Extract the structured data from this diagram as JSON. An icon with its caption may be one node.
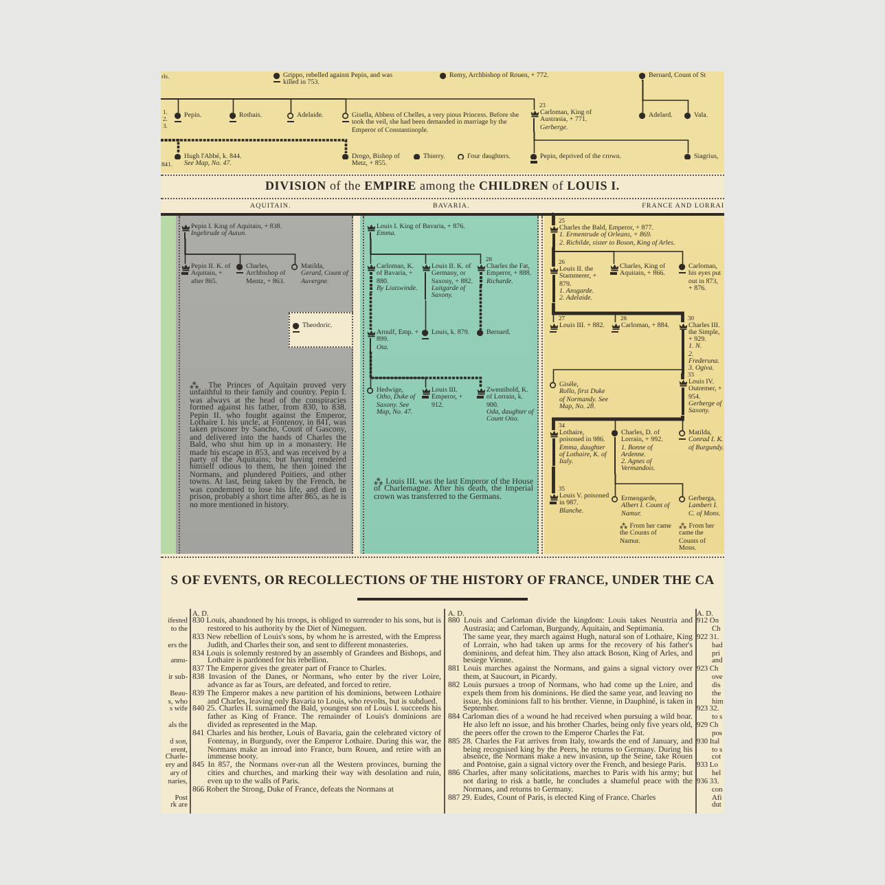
{
  "diagram": {
    "title": "**DIVISION** of the **EMPIRE** among the **CHILDREN** of **LOUIS I.**",
    "nodes": [
      {
        "text": [
          "Grippo, rebelled against Pepin, and was killed in 753."
        ]
      },
      {
        "text": [
          "Remy, Archbishop of Rouen, + 772."
        ]
      },
      {
        "text": [
          "Bernard, Count of St"
        ]
      },
      {
        "text": [
          "Pepin."
        ]
      },
      {
        "text": [
          "Rothais."
        ]
      },
      {
        "text": [
          "Adelaide."
        ]
      },
      {
        "text": [
          "Gisella, Abbess of Chelles, a very pious Princess. Before she took the veil, she had been demanded in marriage by the Emperor of Constantinople."
        ]
      },
      {
        "text": [
          "Carloman, King of Austrasia, + 771.",
          "Gerberge."
        ],
        "beside": [
          "23"
        ]
      },
      {
        "text": [
          "Adelard."
        ]
      },
      {
        "text": [
          "Vala."
        ]
      },
      {
        "text": [
          "Hugh l'Abbé, k. 844.",
          "See Map, No. 47."
        ]
      },
      {
        "text": [
          "Drogo, Bishop of Metz, + 855."
        ]
      },
      {
        "text": [
          "Thierry."
        ]
      },
      {
        "text": [
          "Four daughters."
        ]
      },
      {
        "text": [
          "Pepin, deprived of the crown."
        ]
      },
      {
        "text": [
          "Siagrius,"
        ]
      },
      {
        "text": [
          "AQUITAIN.",
          "⁂ The Princes of Aquitain proved very unfaithful to their family and country. Pepin I. was always at the head of the conspiracies formed against his father, from 830, to 838. Pepin II. who fought against the Emperor, Lothaire I. his uncle, at Fontenoy, in 841, was taken prisoner by Sancho, Count of Gascony, and delivered into the hands of Charles the Bald, who shut him up in a monastery. He made his escape in 853, and was received by a party of the Aquitains; but having rendered himself odious to them, he then joined the Normans, and plundered Poitiers, and other towns. At last, being taken by the French, he was condemned to lose his life, and died in prison, probably a short time after 865, as he is no more mentioned in history."
        ]
      },
      {
        "text": [
          "Pepin I. King of Aquitain, + 838.",
          "Ingeltrude of Autun."
        ],
        "in": 16
      },
      {
        "text": [
          "Pepin II. K. of Aquitain, + after 865."
        ],
        "in": 16
      },
      {
        "text": [
          "Charles, Archbishop of Mentz, + 863."
        ],
        "in": 16
      },
      {
        "text": [
          "Matilda,",
          "Gerard, Count of Auvergne."
        ],
        "in": 16
      },
      {
        "text": [
          "Theodoric."
        ],
        "in": 16
      },
      {
        "text": [
          "BAVARIA.",
          "⁂ Louis III. was the last Emperor of the House of Charlemagne. After his death, the Imperial crown was transferred to the Germans."
        ]
      },
      {
        "text": [
          "Louis I. King of Bavaria, + 876.",
          "Emma."
        ],
        "in": 22
      },
      {
        "text": [
          "Carloman, K. of Bavaria, + 880.",
          "By Liutswinde."
        ],
        "in": 22
      },
      {
        "text": [
          "Louis II. K. of Germany, or Saxony, + 882.",
          "Luitgarde of Saxony."
        ],
        "in": 22
      },
      {
        "text": [
          "Charles the Fat, Emperor, + 888.",
          "Richarde."
        ],
        "beside": [
          "28"
        ],
        "in": 22
      },
      {
        "text": [
          "Arnulf, Emp. + 899.",
          "Ota."
        ],
        "in": 22
      },
      {
        "text": [
          "Louis, k. 879."
        ],
        "in": 22
      },
      {
        "text": [
          "Bernard."
        ],
        "in": 22
      },
      {
        "text": [
          "Hedwige,",
          "Otho, Duke of Saxony. See Map, No. 47."
        ],
        "in": 22
      },
      {
        "text": [
          "Louis III. Emperor, + 912."
        ],
        "in": 22
      },
      {
        "text": [
          "Zwentibold, K. of Lorrain, k. 900.",
          "Oda, daughter of Count Otto."
        ],
        "in": 22
      },
      {
        "text": [
          "FRANCE AND LORRAI"
        ]
      },
      {
        "text": [
          "Charles the Bald, Emperor, + 877.",
          "1. Ermentrude of Orleans, + 869.",
          "2. Richilde, sister to Boson, King of Arles."
        ],
        "beside": [
          "25"
        ],
        "in": 33
      },
      {
        "text": [
          "Louis II. the Stammerer, + 879.",
          "1. Ansgarde.",
          "2. Adelaide."
        ],
        "beside": [
          "26"
        ],
        "in": 33
      },
      {
        "text": [
          "Charles, King of Aquitain, + 866."
        ],
        "in": 33
      },
      {
        "text": [
          "Carloman, his eyes put out in 873, + 876."
        ],
        "in": 33
      },
      {
        "text": [
          "Louis III. + 882."
        ],
        "beside": [
          "27"
        ],
        "in": 33
      },
      {
        "text": [
          "Carloman, + 884."
        ],
        "beside": [
          "28"
        ],
        "in": 33
      },
      {
        "text": [
          "Charles III. the Simple, + 929.",
          "1. N.",
          "2. Frederuna.",
          "3. Ogiva."
        ],
        "beside": [
          "30"
        ],
        "in": 33
      },
      {
        "text": [
          "Gisèle,",
          "Rollo, first Duke of Normandy. See Map, No. 28."
        ],
        "in": 33
      },
      {
        "text": [
          "Louis IV. Outremer, + 954.",
          "Gerberge of Saxony."
        ],
        "beside": [
          "33"
        ],
        "in": 33
      },
      {
        "text": [
          "Lothaire, poisoned in 986.",
          "Emma, daughter of Lothaire, K. of Italy."
        ],
        "beside": [
          "34"
        ],
        "in": 33
      },
      {
        "text": [
          "Charles, D. of Lorrain, + 992.",
          "1. Bonne of Ardenne.",
          "2. Agnes of Vermandois."
        ],
        "in": 33
      },
      {
        "text": [
          "Matilda,",
          "Conrad I. K. of Burgundy."
        ],
        "in": 33
      },
      {
        "text": [
          "Louis V. poisoned in 987.",
          "Blanche."
        ],
        "beside": [
          "35"
        ],
        "in": 33
      },
      {
        "text": [
          "Ermengarde,",
          "Albert I. Count of Namur."
        ],
        "beside": [
          "⁂ From her came the Counts of Namur."
        ],
        "in": 33
      },
      {
        "text": [
          "Gerberga,",
          "Lambert I. C. of Mons."
        ],
        "beside": [
          "⁂ From her came the Counts of Mons."
        ],
        "in": 33
      }
    ],
    "edges": [
      {
        "from": null,
        "to": 3,
        "arrow": "none"
      },
      {
        "from": null,
        "to": 4,
        "arrow": "none"
      },
      {
        "from": null,
        "to": 5,
        "arrow": "none"
      },
      {
        "from": null,
        "to": 6,
        "arrow": "none"
      },
      {
        "from": null,
        "to": 7,
        "arrow": "none"
      },
      {
        "from": 2,
        "to": 8,
        "arrow": "none"
      },
      {
        "from": 2,
        "to": 9,
        "arrow": "none"
      },
      {
        "from": null,
        "to": 10,
        "arrow": "none",
        "style": "dashed"
      },
      {
        "from": null,
        "to": 11,
        "arrow": "none",
        "style": "dashed"
      },
      {
        "from": 7,
        "to": 14,
        "arrow": "none"
      },
      {
        "from": 7,
        "to": 15,
        "arrow": "none"
      },
      {
        "from": null,
        "to": 34,
        "arrow": "none",
        "style": "thick"
      },
      {
        "from": 17,
        "to": 18,
        "arrow": "none"
      },
      {
        "from": 17,
        "to": 19,
        "arrow": "none"
      },
      {
        "from": 17,
        "to": 20,
        "arrow": "none"
      },
      {
        "from": 23,
        "to": 24,
        "arrow": "none"
      },
      {
        "from": 23,
        "to": 25,
        "arrow": "none"
      },
      {
        "from": 23,
        "to": 26,
        "arrow": "none"
      },
      {
        "from": 24,
        "to": 27,
        "arrow": "none",
        "style": "dashed"
      },
      {
        "from": 25,
        "to": 28,
        "arrow": "none"
      },
      {
        "from": 26,
        "to": 29,
        "arrow": "none",
        "style": "dashed"
      },
      {
        "from": 27,
        "to": 30,
        "arrow": "none"
      },
      {
        "from": 27,
        "to": 31,
        "arrow": "none"
      },
      {
        "from": 27,
        "to": 32,
        "arrow": "none",
        "style": "dashed"
      },
      {
        "from": 34,
        "to": 35,
        "arrow": "none",
        "style": "thick"
      },
      {
        "from": 34,
        "to": 36,
        "arrow": "none"
      },
      {
        "from": 34,
        "to": 37,
        "arrow": "none"
      },
      {
        "from": 35,
        "to": 38,
        "arrow": "none"
      },
      {
        "from": 35,
        "to": 39,
        "arrow": "none"
      },
      {
        "from": 35,
        "to": 40,
        "arrow": "none",
        "style": "thick"
      },
      {
        "from": 40,
        "to": 41,
        "arrow": "none"
      },
      {
        "from": 40,
        "to": 42,
        "arrow": "none",
        "style": "thick"
      },
      {
        "from": 42,
        "to": 43,
        "arrow": "none",
        "style": "thick"
      },
      {
        "from": 42,
        "to": 44,
        "arrow": "none"
      },
      {
        "from": 42,
        "to": 45,
        "arrow": "none"
      },
      {
        "from": 43,
        "to": 46,
        "arrow": "none",
        "style": "thick"
      },
      {
        "from": 44,
        "to": 47,
        "arrow": "none"
      },
      {
        "from": 44,
        "to": 48,
        "arrow": "none"
      }
    ],
    "labels": [
      "rls.",
      "1.",
      "2.",
      "3.",
      "841.",
      "S OF EVENTS, OR RECOLLECTIONS OF THE HISTORY OF FRANCE, UNDER THE CA",
      "ifested",
      "to the",
      "ers the",
      "annu-",
      "ir sub-",
      "Beau-",
      "s, who",
      "s wife",
      "als the",
      "d son,",
      "erent,",
      "Charle-",
      "ery and",
      "ary of",
      "naries,",
      "Post",
      "rk are",
      "A. D.",
      "830 Louis, abandoned by his troops, is obliged to surrender to his sons, but is restored to his authority by the Diet of Nimeguen.",
      "833 New rebellion of Louis's sons, by whom he is arrested, with the Empress Judith, and Charles their son, and sent to different monasteries.",
      "834 Louis is solemnly restored by an assembly of Grandees and Bishops, and Lothaire is pardoned for his rebellion.",
      "837 The Emperor gives the greater part of France to Charles.",
      "838 Invasion of the Danes, or Normans, who enter by the river Loire, advance as far as Tours, are defeated, and forced to retire.",
      "839 The Emperor makes a new partition of his dominions, between Lothaire and Charles, leaving only Bavaria to Louis, who revolts, but is subdued.",
      "840 25. Charles II. surnamed the Bald, youngest son of Louis I. succeeds his father as King of France. The remainder of Louis's dominions are divided as represented in the Map.",
      "841 Charles and his brother, Louis of Bavaria, gain the celebrated victory of Fontenay, in Burgundy, over the Emperor Lothaire. During this war, the Normans make an inroad into France, burn Rouen, and retire with an immense booty.",
      "845 In 857, the Normans over-run all the Western provinces, burning the cities and churches, and marking their way with desolation and ruin, even up to the walls of Paris.",
      "866 Robert the Strong, Duke of France, defeats the Normans at",
      "A. D.",
      "880 Louis and Carloman divide the kingdom: Louis takes Neustria and Austrasia; and Carloman, Burgundy, Aquitain, and Septimania.",
      "The same year, they march against Hugh, natural son of Lothaire, King of Lorrain, who had taken up arms for the recovery of his father's dominions, and defeat him. They also attack Boson, King of Arles, and besiege Vienne.",
      "881 Louis marches against the Normans, and gains a signal victory over them, at Saucourt, in Picardy.",
      "882 Louis pursues a troop of Normans, who had come up the Loire, and expels them from his dominions. He died the same year, and leaving no issue, his dominions fall to his brother. Vienne, in Dauphiné, is taken in September.",
      "884 Carloman dies of a wound he had received when pursuing a wild boar. He also left no issue, and his brother Charles, being only five years old, the peers offer the crown to the Emperor Charles the Fat.",
      "885 28. Charles the Fat arrives from Italy, towards the end of January, and being recognised king by the Peers, he returns to Germany. During his absence, the Normans make a new invasion, up the Seine, take Rouen and Pontoise, gain a signal victory over the French, and besiege Paris.",
      "886 Charles, after many solicitations, marches to Paris with his army; but not daring to risk a battle, he concludes a shameful peace with the Normans, and returns to Germany.",
      "887 29. Eudes, Count of Paris, is elected King of France. Charles",
      "A. D.",
      "912 On",
      "Ch",
      "922 31.",
      "bad",
      "pri",
      "and",
      "923 Ch",
      "ove",
      "dis",
      "the",
      "him",
      "923 32.",
      "to s",
      "929 Ch",
      "pos",
      "930 Ital",
      "to s",
      "cot",
      "933 Lo",
      "hel",
      "936 33.",
      "con",
      "Afi",
      "dut"
    ]
  }
}
